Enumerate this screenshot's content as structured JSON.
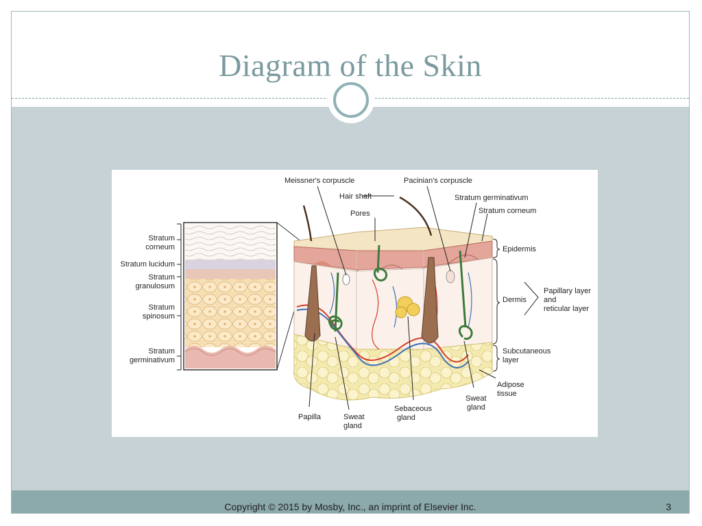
{
  "slide": {
    "title": "Diagram of the Skin",
    "footer_text": "Copyright © 2015 by Mosby, Inc., an imprint of Elsevier Inc.",
    "page_number": "3"
  },
  "diagram": {
    "left_labels": [
      [
        "Stratum",
        "corneum"
      ],
      [
        "Stratum lucidum"
      ],
      [
        "Stratum",
        "granulosum"
      ],
      [
        "Stratum",
        "spinosum"
      ],
      [
        "Stratum",
        "germinativum"
      ]
    ],
    "top_labels": {
      "meissner": "Meissner's corpuscle",
      "hair_shaft": "Hair shaft",
      "pores": "Pores",
      "pacinian": "Pacinian's corpuscle",
      "stratum_germinativum": "Stratum germinativum",
      "stratum_corneum": "Stratum corneum"
    },
    "right_labels": {
      "epidermis": "Epidermis",
      "dermis": "Dermis",
      "papillary_reticular": [
        "Papillary layer",
        "and",
        "reticular layer"
      ],
      "subcutaneous": [
        "Subcutaneous",
        "layer"
      ],
      "adipose": [
        "Adipose",
        "tissue"
      ]
    },
    "bottom_labels": {
      "papilla": "Papilla",
      "sweat_gland_left": [
        "Sweat",
        "gland"
      ],
      "sebaceous": [
        "Sebaceous",
        "gland"
      ],
      "sweat_gland_right": [
        "Sweat",
        "gland"
      ]
    }
  }
}
